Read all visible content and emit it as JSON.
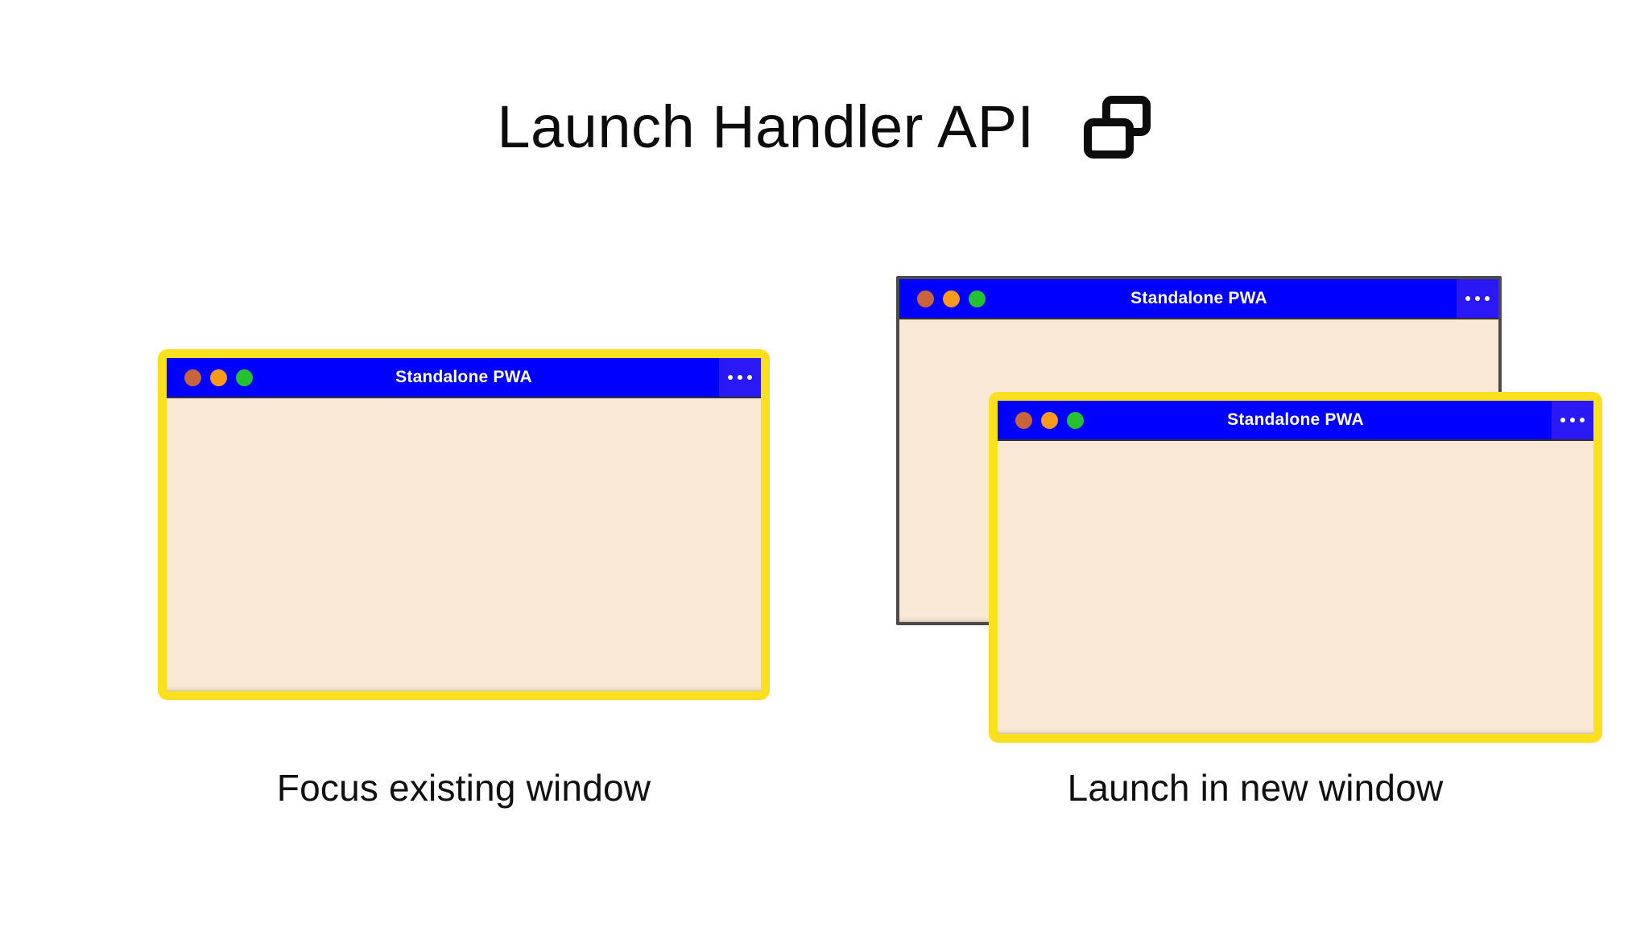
{
  "header": {
    "title": "Launch Handler API",
    "icon": "two-windows-icon"
  },
  "windows": {
    "focus_existing": {
      "title": "Standalone PWA",
      "menu_icon": "overflow-menu-icon",
      "highlighted": true,
      "traffic_lights": [
        "close-dot",
        "minimize-dot",
        "maximize-dot"
      ]
    },
    "back": {
      "title": "Standalone PWA",
      "menu_icon": "overflow-menu-icon",
      "highlighted": false,
      "traffic_lights": [
        "close-dot",
        "minimize-dot",
        "maximize-dot"
      ]
    },
    "front": {
      "title": "Standalone PWA",
      "menu_icon": "overflow-menu-icon",
      "highlighted": true,
      "traffic_lights": [
        "close-dot",
        "minimize-dot",
        "maximize-dot"
      ]
    }
  },
  "captions": {
    "left": "Focus existing window",
    "right": "Launch in new window"
  },
  "colors": {
    "titlebar_blue": "#0000FF",
    "highlight_yellow": "#FBE01F",
    "window_body_cream": "#F8E8D5",
    "plain_border_gray": "#4B4B4B",
    "dot_red": "#C8643A",
    "dot_amber": "#F99A1C",
    "dot_green": "#25C22F",
    "text_black": "#0C0C0C",
    "page_background": "#FFFFFF"
  }
}
